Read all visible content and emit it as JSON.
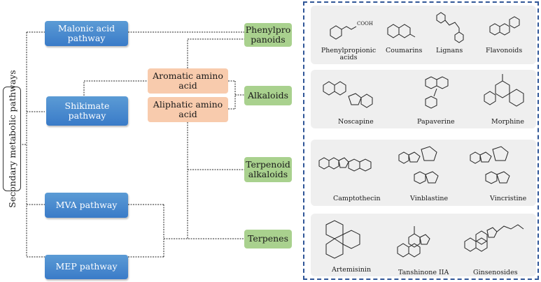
{
  "side_label": "Secondary metabolic pathways",
  "pathways": {
    "malonic": "Malonic acid pathway",
    "shikimate": "Shikimate pathway",
    "mva": "MVA pathway",
    "mep": "MEP pathway"
  },
  "amino": {
    "aromatic": "Aromatic amino acid",
    "aliphatic": "Aliphatic amino acid"
  },
  "products": {
    "phenyl": "Phenylpro panoids",
    "alkaloids": "Alkaloids",
    "terpenoid_alkaloids": "Terpenoid alkaloids",
    "terpenes": "Terpenes"
  },
  "compounds": {
    "phenylpropionic": "Phenylpropionic acids",
    "cooh": "COOH",
    "coumarins": "Coumarins",
    "lignans": "Lignans",
    "flavonoids": "Flavonoids",
    "noscapine": "Noscapine",
    "papaverine": "Papaverine",
    "morphine": "Morphine",
    "camptothecin": "Camptothecin",
    "vinblastine": "Vinblastine",
    "vincristine": "Vincristine",
    "artemisinin": "Artemisinin",
    "tanshinone": "Tanshinone IIA",
    "ginsenosides": "Ginsenosides"
  }
}
